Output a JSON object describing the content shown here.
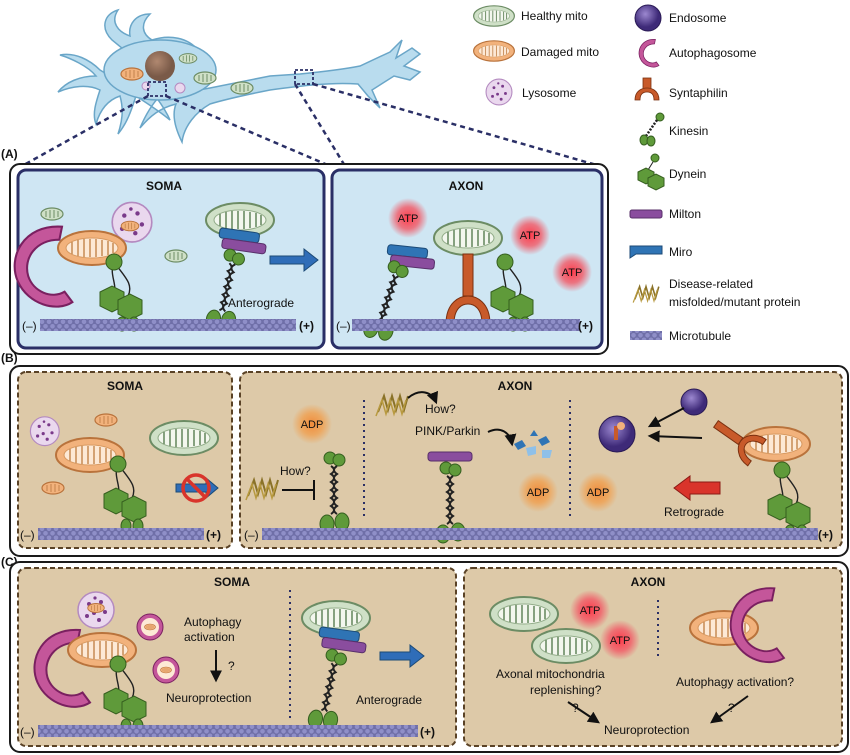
{
  "legend": {
    "healthy_mito": "Healthy mito",
    "damaged_mito": "Damaged mito",
    "lysosome": "Lysosome",
    "endosome": "Endosome",
    "autophagosome": "Autophagosome",
    "syntaphilin": "Syntaphilin",
    "kinesin": "Kinesin",
    "dynein": "Dynein",
    "milton": "Milton",
    "miro": "Miro",
    "protein_line1": "Disease-related",
    "protein_line2": "misfolded/mutant protein",
    "microtubule": "Microtubule"
  },
  "panelA": {
    "label": "(A)",
    "soma_title": "SOMA",
    "axon_title": "AXON",
    "anterograde": "Anterograde",
    "atp": "ATP",
    "minus": "(–)",
    "plus": "(+)"
  },
  "panelB": {
    "label": "(B)",
    "soma_title": "SOMA",
    "axon_title": "AXON",
    "adp": "ADP",
    "how": "How?",
    "pink_parkin": "PINK/Parkin",
    "retrograde": "Retrograde",
    "minus": "(–)",
    "plus": "(+)"
  },
  "panelC": {
    "label": "(C)",
    "soma_title": "SOMA",
    "axon_title": "AXON",
    "autophagy_line1": "Autophagy",
    "autophagy_line2": "activation",
    "q": "?",
    "neuroprotection": "Neuroprotection",
    "anterograde": "Anterograde",
    "atp": "ATP",
    "replenish_line1": "Axonal mitochondria",
    "replenish_line2": "replenishing?",
    "autophagy_activation_q": "Autophagy activation?",
    "minus": "(–)",
    "plus": "(+)"
  },
  "colors": {
    "panel_blue_fill": "#cfe6f3",
    "panel_blue_border": "#2a2f66",
    "panel_tan_fill": "#ddc9a8",
    "panel_tan_border": "#5a4226",
    "healthy_mito": "#cfe0c7",
    "damaged_mito": "#f2b27c",
    "kinesin_dynein": "#5f9a3a",
    "milton": "#8a4d9e",
    "miro": "#2f74b5",
    "syntaphilin": "#c85a2a",
    "endosome": "#5a3c8c",
    "autophagosome": "#a0307a",
    "atp_glow": "#f05060",
    "adp_glow": "#f0a050",
    "arrow_blue": "#2f6db8",
    "arrow_red": "#d9342b",
    "neuron": "#b9dcee"
  }
}
